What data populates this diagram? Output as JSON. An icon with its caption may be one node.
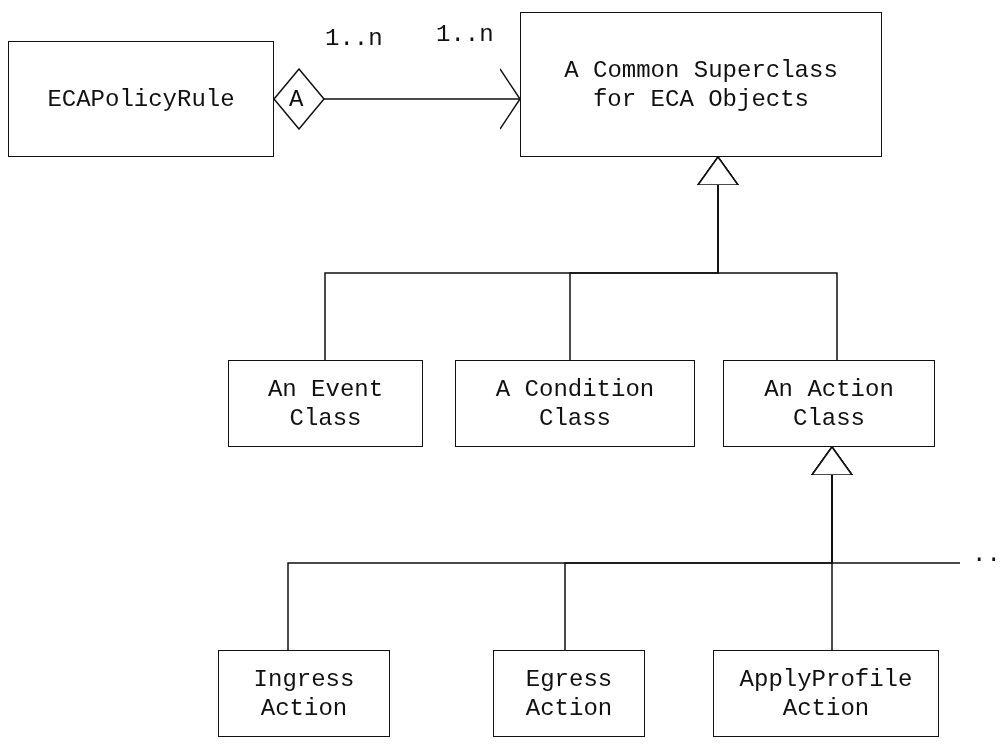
{
  "diagram": {
    "nodes": [
      {
        "text": [
          "ECAPolicyRule"
        ]
      },
      {
        "text": [
          "A Common Superclass for ECA Objects"
        ]
      },
      {
        "text": [
          "An Event Class"
        ]
      },
      {
        "text": [
          "A Condition Class"
        ]
      },
      {
        "text": [
          "An Action Class"
        ]
      },
      {
        "text": [
          "Ingress Action"
        ]
      },
      {
        "text": [
          "Egress Action"
        ]
      },
      {
        "text": [
          "ApplyProfile Action"
        ]
      }
    ],
    "edges": [
      {
        "from": 0,
        "to": 1,
        "arrow": "to"
      },
      {
        "from": 2,
        "to": 1,
        "arrow": "to"
      },
      {
        "from": 3,
        "to": 1,
        "arrow": "to"
      },
      {
        "from": 4,
        "to": 1,
        "arrow": "to"
      },
      {
        "from": 5,
        "to": 4,
        "arrow": "to"
      },
      {
        "from": 6,
        "to": 4,
        "arrow": "to"
      },
      {
        "from": 7,
        "to": 4,
        "arrow": "to"
      },
      {
        "from": null,
        "to": 4,
        "arrow": "to",
        "label": ".."
      }
    ],
    "labels": [
      "1..n",
      "1..n",
      "A"
    ]
  }
}
